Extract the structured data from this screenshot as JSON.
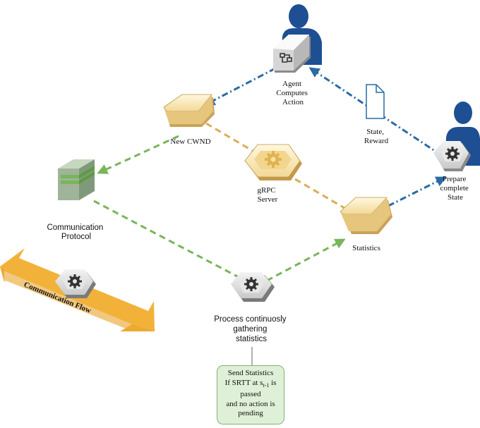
{
  "nodes": {
    "agent": "Agent\nComputes\nAction",
    "new_cwnd": "New CWND",
    "grpc": "gRPC\nServer",
    "prepare_state": "Prepare\ncomplete\nState",
    "state_reward": "State,\nReward",
    "statistics": "Statistics",
    "comm_protocol": "Communication\nProtocol",
    "process": "Process continuosly\ngathering\nstatistics",
    "comm_flow": "Communication Flow"
  },
  "note": {
    "line1": "Send Statistics",
    "line2_prefix": "If SRTT at s",
    "line2_sub": "t-1",
    "line2_suffix": " is",
    "line3": "passed",
    "line4": "and no action is",
    "line5": "pending"
  },
  "colors": {
    "blue_arrow": "#2a6aa5",
    "green_arrow": "#79b55a",
    "orange_dash": "#d8ad55",
    "flow_arrow": "#f2b23a",
    "person": "#1f4f93",
    "note_bg": "#dff0d8"
  }
}
